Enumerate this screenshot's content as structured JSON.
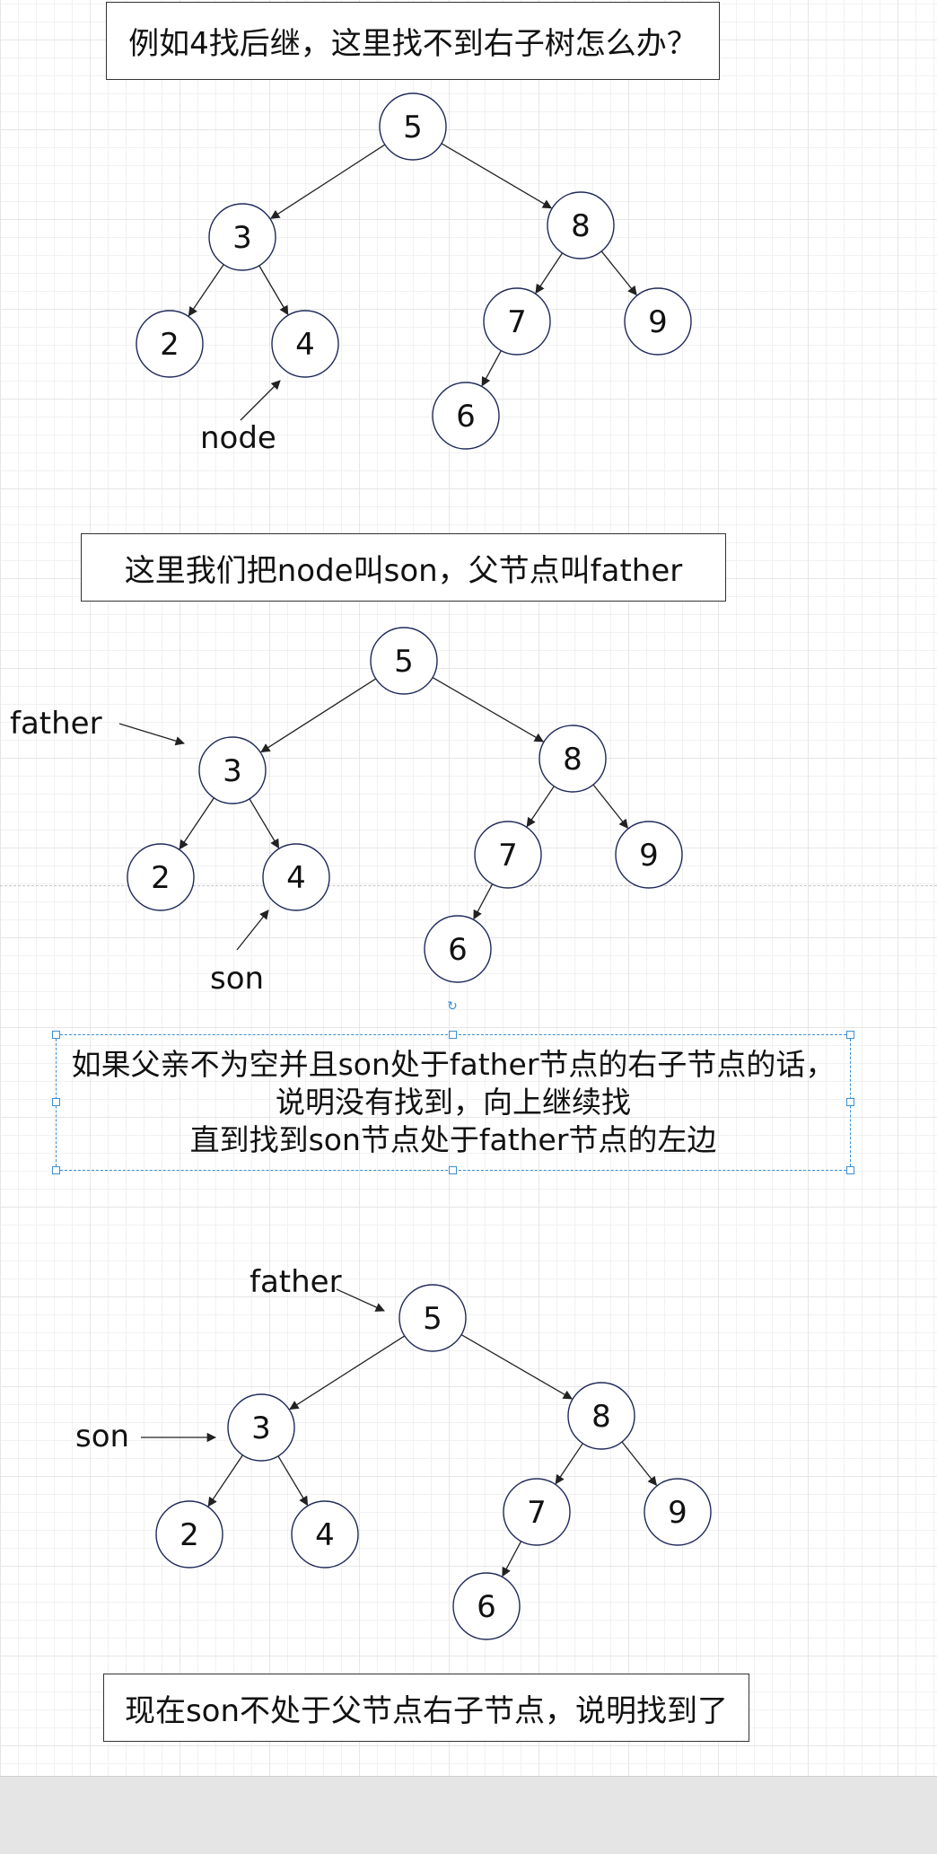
{
  "section1": {
    "title": "例如4找后继，这里找不到右子树怎么办？",
    "pointer_label": "node",
    "nodes": {
      "n5": "5",
      "n3": "3",
      "n8": "8",
      "n2": "2",
      "n4": "4",
      "n7": "7",
      "n9": "9",
      "n6": "6"
    }
  },
  "section2": {
    "title": "这里我们把node叫son，父节点叫father",
    "father_label": "father",
    "son_label": "son",
    "nodes": {
      "n5": "5",
      "n3": "3",
      "n8": "8",
      "n2": "2",
      "n4": "4",
      "n7": "7",
      "n9": "9",
      "n6": "6"
    }
  },
  "explanation": {
    "line1": "如果父亲不为空并且son处于father节点的右子节点的话，",
    "line2": "说明没有找到，向上继续找",
    "line3": "直到找到son节点处于father节点的左边"
  },
  "section3": {
    "father_label": "father",
    "son_label": "son",
    "nodes": {
      "n5": "5",
      "n3": "3",
      "n8": "8",
      "n2": "2",
      "n4": "4",
      "n7": "7",
      "n9": "9",
      "n6": "6"
    },
    "conclusion": "现在son不处于父节点右子节点，说明找到了"
  },
  "icons": {
    "rotate_handle": "rotate-icon"
  },
  "colors": {
    "selection": "#3a8fd1",
    "node_border": "#1f2a5a",
    "grid": "#e6e6e6"
  }
}
